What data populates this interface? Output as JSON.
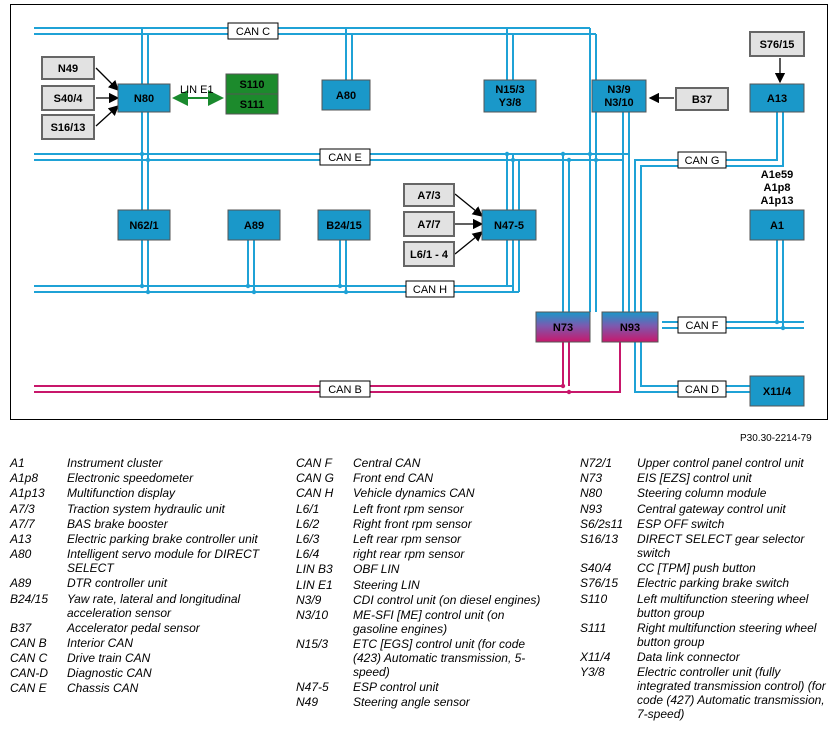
{
  "diagram": {
    "buses": {
      "can_c": "CAN C",
      "can_e": "CAN E",
      "can_g": "CAN G",
      "can_h": "CAN H",
      "can_f": "CAN F",
      "can_b": "CAN B",
      "can_d": "CAN D",
      "lin_e1": "LIN E1"
    },
    "nodes": {
      "n49": "N49",
      "s40_4": "S40/4",
      "s16_13": "S16/13",
      "n80": "N80",
      "s110": "S110",
      "s111": "S111",
      "a80": "A80",
      "n15_3": "N15/3",
      "y3_8": "Y3/8",
      "n3_9": "N3/9",
      "n3_10": "N3/10",
      "b37": "B37",
      "s76_15": "S76/15",
      "a13": "A13",
      "a1": "A1",
      "a1_sub": [
        "A1e59",
        "A1p8",
        "A1p13"
      ],
      "n62_1": "N62/1",
      "a89": "A89",
      "b24_15": "B24/15",
      "a7_3": "A7/3",
      "a7_7": "A7/7",
      "l6_1_4": "L6/1 - 4",
      "n47_5": "N47-5",
      "n73": "N73",
      "n93": "N93",
      "x11_4": "X11/4"
    },
    "colors": {
      "can_blue": "#1fa2d6",
      "can_b_magenta": "#c8176b",
      "lin_green": "#1a8a2e",
      "module_blue": "#1a98c9",
      "module_green": "#1c8a2c",
      "sensor_gray": "#e2e2e2"
    }
  },
  "reference": "P30.30-2214-79",
  "legend": {
    "col1": [
      {
        "code": "A1",
        "desc": "Instrument cluster"
      },
      {
        "code": "A1p8",
        "desc": "Electronic speedometer"
      },
      {
        "code": "A1p13",
        "desc": "Multifunction display"
      },
      {
        "code": "A7/3",
        "desc": "Traction system hydraulic unit"
      },
      {
        "code": "A7/7",
        "desc": "BAS brake booster"
      },
      {
        "code": "A13",
        "desc": "Electric parking brake controller unit"
      },
      {
        "code": "A80",
        "desc": "Intelligent servo module for DIRECT SELECT"
      },
      {
        "code": "A89",
        "desc": "DTR controller unit"
      },
      {
        "code": "B24/15",
        "desc": "Yaw rate, lateral and longitudinal acceleration sensor"
      },
      {
        "code": "B37",
        "desc": "Accelerator pedal sensor"
      },
      {
        "code": "CAN B",
        "desc": "Interior CAN"
      },
      {
        "code": "CAN C",
        "desc": "Drive train CAN"
      },
      {
        "code": "CAN-D",
        "desc": "Diagnostic CAN"
      },
      {
        "code": "CAN E",
        "desc": "Chassis CAN"
      }
    ],
    "col2": [
      {
        "code": "CAN F",
        "desc": "Central CAN"
      },
      {
        "code": "CAN G",
        "desc": "Front end CAN"
      },
      {
        "code": "CAN H",
        "desc": "Vehicle dynamics CAN"
      },
      {
        "code": "L6/1",
        "desc": "Left front rpm sensor"
      },
      {
        "code": "L6/2",
        "desc": "Right front rpm sensor"
      },
      {
        "code": "L6/3",
        "desc": "Left rear rpm sensor"
      },
      {
        "code": "L6/4",
        "desc": "right rear rpm sensor"
      },
      {
        "code": "LIN B3",
        "desc": "OBF LIN"
      },
      {
        "code": "LIN E1",
        "desc": "Steering LIN"
      },
      {
        "code": "N3/9",
        "desc": "CDI control unit (on diesel engines)"
      },
      {
        "code": "N3/10",
        "desc": "ME-SFI [ME] control unit (on gasoline engines)"
      },
      {
        "code": "N15/3",
        "desc": "ETC [EGS] control unit (for code (423) Automatic transmission, 5-speed)"
      },
      {
        "code": "N47-5",
        "desc": "ESP control unit"
      },
      {
        "code": "N49",
        "desc": "Steering angle sensor"
      }
    ],
    "col3": [
      {
        "code": "N72/1",
        "desc": "Upper control panel control unit"
      },
      {
        "code": "N73",
        "desc": "EIS [EZS] control unit"
      },
      {
        "code": "N80",
        "desc": "Steering column module"
      },
      {
        "code": "N93",
        "desc": "Central gateway control unit"
      },
      {
        "code": "S6/2s11",
        "desc": "ESP OFF switch"
      },
      {
        "code": "S16/13",
        "desc": "DIRECT SELECT gear selector switch"
      },
      {
        "code": "S40/4",
        "desc": "CC [TPM] push button"
      },
      {
        "code": "S76/15",
        "desc": "Electric parking brake switch"
      },
      {
        "code": "S110",
        "desc": "Left multifunction steering wheel button group"
      },
      {
        "code": "S111",
        "desc": "Right multifunction steering wheel button group"
      },
      {
        "code": "X11/4",
        "desc": "Data link connector"
      },
      {
        "code": "Y3/8",
        "desc": "Electric controller unit (fully integrated transmission control) (for code (427) Automatic transmission, 7-speed)"
      }
    ]
  }
}
